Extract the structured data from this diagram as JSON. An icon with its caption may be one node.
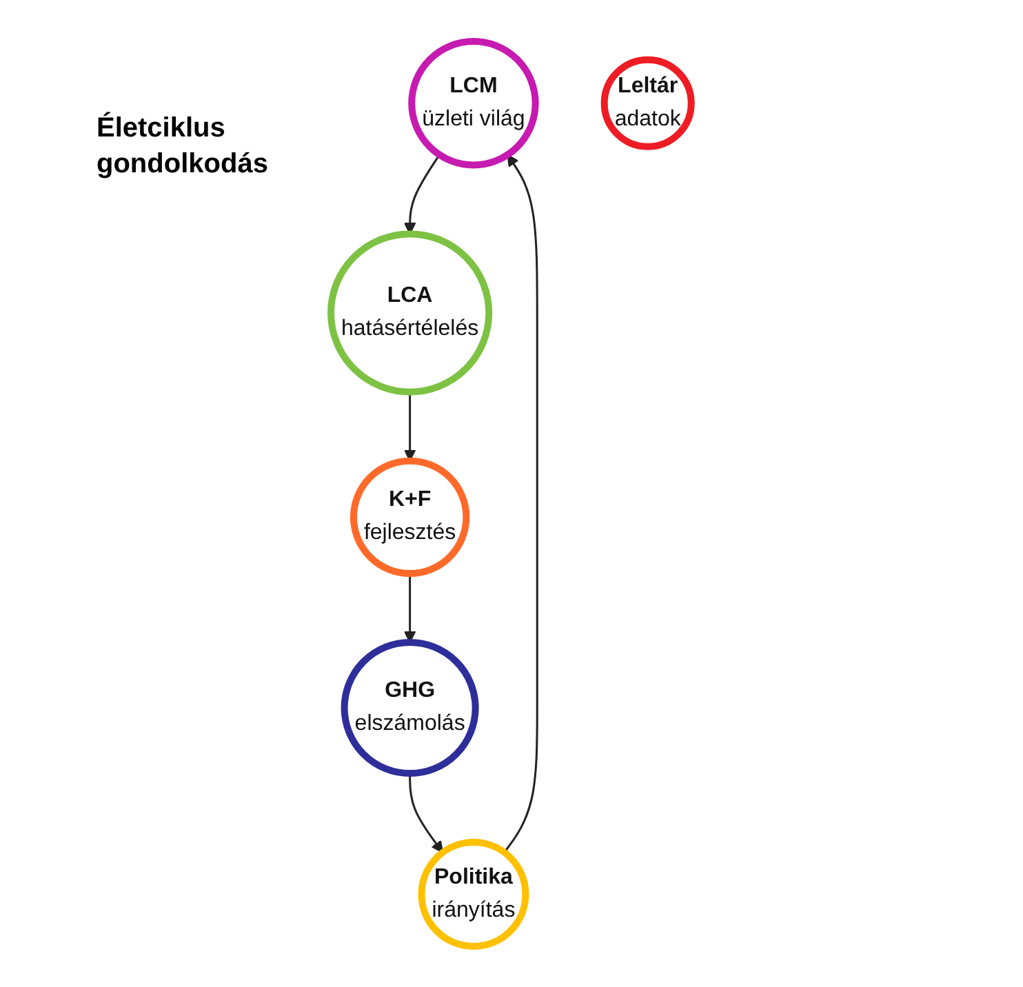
{
  "diagram": {
    "title": "Életciklus gondolkodás",
    "nodes": [
      {
        "text": [
          "LCM",
          "üzleti világ"
        ]
      },
      {
        "text": [
          "K+F",
          "fejlesztés"
        ]
      },
      {
        "text": [
          "GHG",
          "elszámolás"
        ]
      },
      {
        "text": [
          "Leltár",
          "adatok"
        ]
      },
      {
        "text": [
          "Politika",
          "irányítás"
        ]
      },
      {
        "text": [
          "LCA",
          "hatásértélelés"
        ]
      }
    ],
    "edges": [
      {
        "from": 0,
        "to": 5,
        "arrow": "to"
      },
      {
        "from": 5,
        "to": 1,
        "arrow": "to"
      },
      {
        "from": 1,
        "to": 2,
        "arrow": "to"
      },
      {
        "from": 2,
        "to": 4,
        "arrow": "to"
      },
      {
        "from": 4,
        "to": 0,
        "arrow": "to"
      }
    ]
  }
}
